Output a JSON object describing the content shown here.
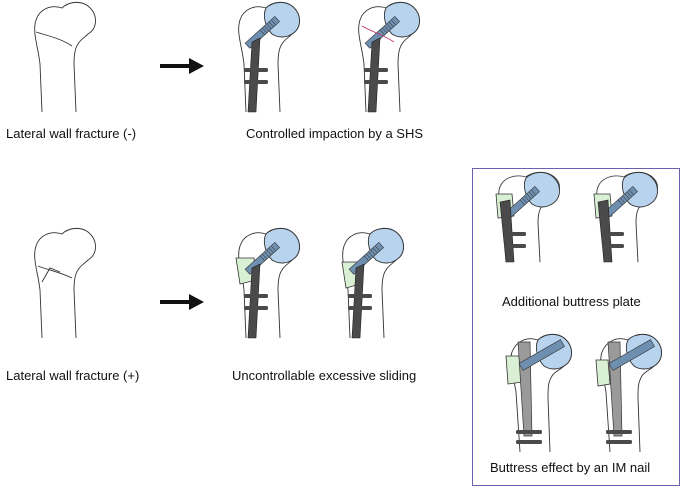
{
  "captions": {
    "lateral_wall_minus": "Lateral wall fracture (-)",
    "controlled_impaction": "Controlled impaction by a SHS",
    "lateral_wall_plus": "Lateral wall fracture (+)",
    "uncontrollable_sliding": "Uncontrollable excessive sliding",
    "buttress_plate": "Additional buttress plate",
    "buttress_nail": "Buttress effect by an IM nail"
  },
  "colors": {
    "femoral_head_fill": "#b7d3ee",
    "lateral_fragment_fill": "#d9f0d4",
    "implant_dark": "#4a4a4a",
    "implant_nail": "#9a9a9a",
    "box_border": "#6a5fb0",
    "fracture_line": "#c0306a"
  }
}
